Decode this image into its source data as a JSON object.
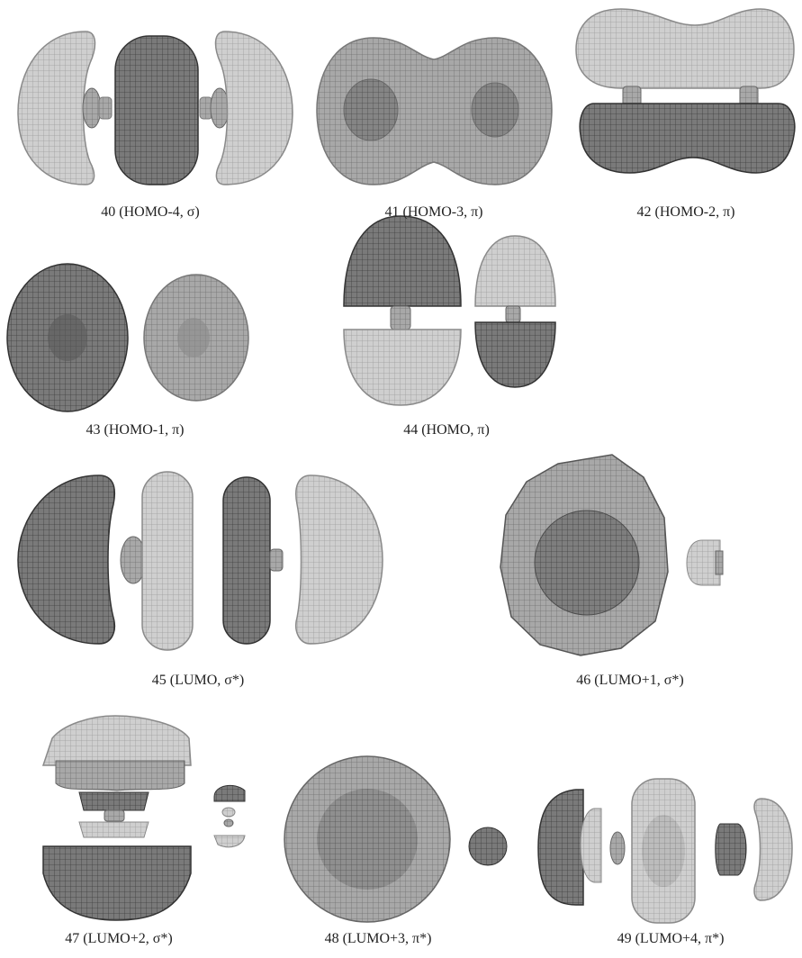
{
  "orbitals": [
    {
      "label": "40 (HOMO-4, σ)"
    },
    {
      "label": "41 (HOMO-3, π)"
    },
    {
      "label": "42 (HOMO-2, π)"
    },
    {
      "label": "43 (HOMO-1, π)"
    },
    {
      "label": "44 (HOMO, π)"
    },
    {
      "label": "45 (LUMO, σ*)"
    },
    {
      "label": "46 (LUMO+1, σ*)"
    },
    {
      "label": "47 (LUMO+2, σ*)"
    },
    {
      "label": "48 (LUMO+3, π*)"
    },
    {
      "label": "49 (LUMO+4, π*)"
    }
  ],
  "colors": {
    "light_lobe": "#c9c9c9",
    "dark_lobe": "#6a6a6a",
    "mid_lobe": "#9a9a9a",
    "background": "#ffffff"
  }
}
